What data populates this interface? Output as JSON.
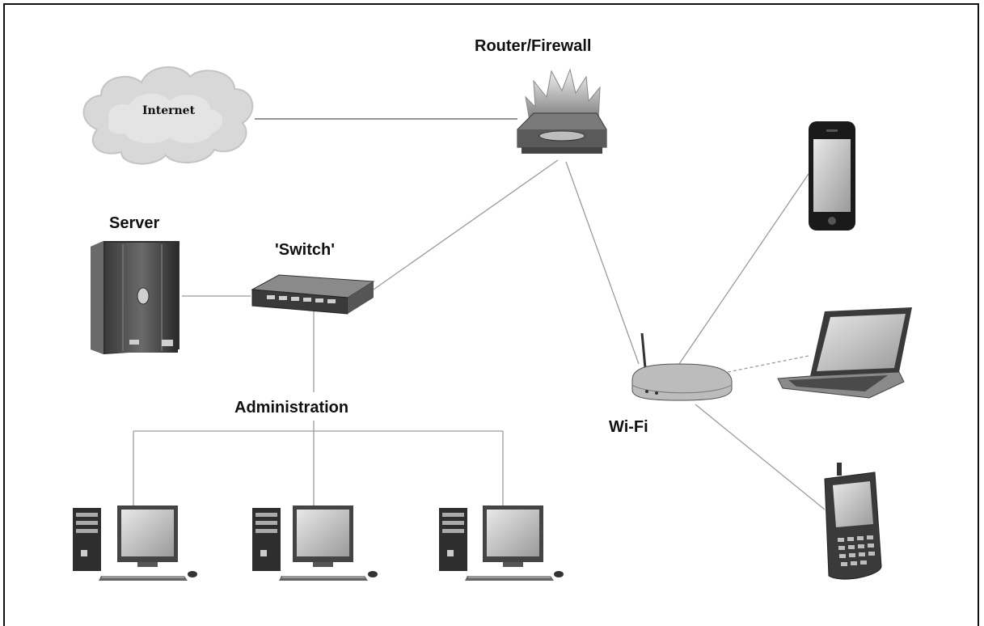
{
  "labels": {
    "router": "Router/Firewall",
    "internet": "Internet",
    "server": "Server",
    "switch": "'Switch'",
    "administration": "Administration",
    "wifi": "Wi-Fi"
  },
  "icons": {
    "cloud": "internet-cloud-icon",
    "router": "router-firewall-icon",
    "server": "server-tower-icon",
    "switch": "network-switch-icon",
    "wifi": "wifi-access-point-icon",
    "phone": "smartphone-icon",
    "laptop": "laptop-icon",
    "pda": "pda-phone-icon",
    "workstation": "desktop-workstation-icon"
  },
  "colors": {
    "line": "#9a9a9a",
    "border": "#111111"
  }
}
